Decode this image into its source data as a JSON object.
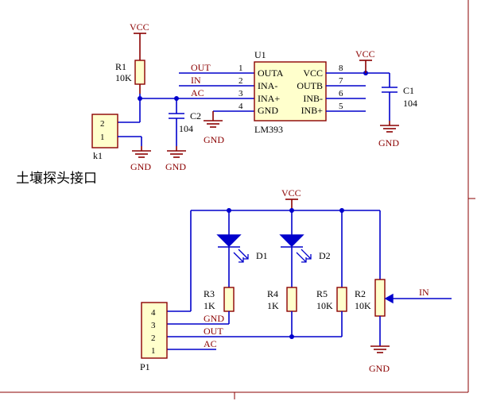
{
  "power": {
    "vcc": "VCC",
    "gnd": "GND"
  },
  "r1": {
    "ref": "R1",
    "value": "10K"
  },
  "k1": {
    "ref": "k1",
    "pins": [
      "2",
      "1"
    ]
  },
  "c2": {
    "ref": "C2",
    "value": "104"
  },
  "c1": {
    "ref": "C1",
    "value": "104"
  },
  "u1": {
    "ref": "U1",
    "part": "LM393",
    "left_pins": [
      {
        "num": "1",
        "name": "OUTA",
        "net": "OUT"
      },
      {
        "num": "2",
        "name": "INA-",
        "net": "IN"
      },
      {
        "num": "3",
        "name": "INA+",
        "net": "AC"
      },
      {
        "num": "4",
        "name": "GND",
        "net": ""
      }
    ],
    "right_pins": [
      {
        "num": "8",
        "name": "VCC"
      },
      {
        "num": "7",
        "name": "OUTB"
      },
      {
        "num": "6",
        "name": "INB-"
      },
      {
        "num": "5",
        "name": "INB+"
      }
    ]
  },
  "soil_label": "土壤探头接口",
  "d1": {
    "ref": "D1"
  },
  "d2": {
    "ref": "D2"
  },
  "r3": {
    "ref": "R3",
    "value": "1K"
  },
  "r4": {
    "ref": "R4",
    "value": "1K"
  },
  "r5": {
    "ref": "R5",
    "value": "10K"
  },
  "r2": {
    "ref": "R2",
    "value": "10K"
  },
  "p1": {
    "ref": "P1",
    "pins": [
      {
        "num": "4",
        "net": ""
      },
      {
        "num": "3",
        "net": "GND"
      },
      {
        "num": "2",
        "net": "OUT"
      },
      {
        "num": "1",
        "net": "AC"
      }
    ]
  },
  "in_net": "IN"
}
